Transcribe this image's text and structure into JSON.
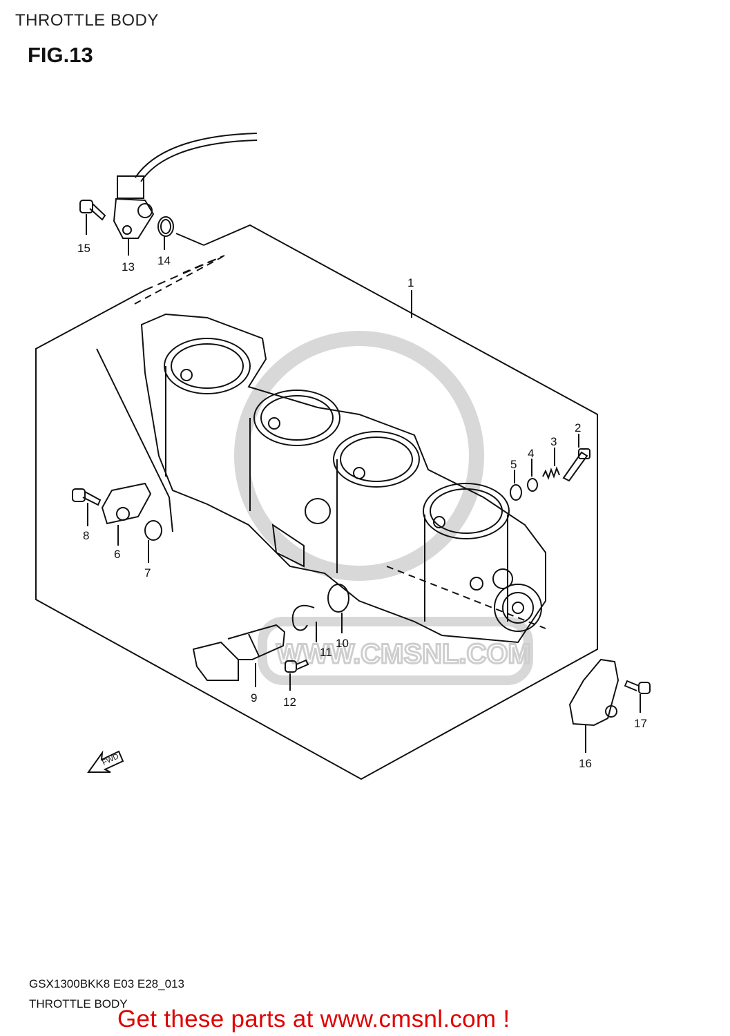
{
  "header": "THROTTLE BODY",
  "figure": "FIG.13",
  "watermark": "WWW.CMSNL.COM",
  "fwd_label": "FWD",
  "callouts": [
    "1",
    "2",
    "3",
    "4",
    "5",
    "6",
    "7",
    "8",
    "9",
    "10",
    "11",
    "12",
    "13",
    "14",
    "15",
    "16",
    "17"
  ],
  "footer": {
    "code": "GSX1300BKK8 E03 E28_013",
    "subtitle": "THROTTLE BODY",
    "promo": "Get these parts at www.cmsnl.com !"
  },
  "colors": {
    "line": "#111111",
    "promo": "#e00000",
    "watermark": "#c9c9c9"
  }
}
